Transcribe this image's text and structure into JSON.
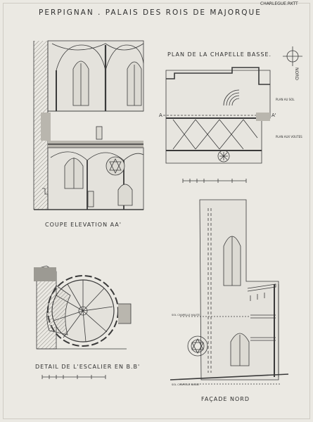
{
  "sheet": {
    "title": "PERPIGNAN . PALAIS DES ROIS DE MAJORQUE",
    "reference": "CHARLEGUE.RKTT",
    "colors": {
      "paper": "#ebe9e3",
      "ink": "#2f2f2f",
      "wash": "#b9b6ae"
    }
  },
  "drawings": {
    "coupe": {
      "caption": "COUPE ELEVATION AA'"
    },
    "plan": {
      "caption": "PLAN DE LA CHAPELLE BASSE.",
      "north_label": "NORD",
      "marker_a": "A",
      "marker_a_prime": "A'",
      "level_note_1": "PLAN AU SOL",
      "level_note_2": "PLAN AUX VOUTES"
    },
    "escalier": {
      "caption": "DETAIL DE L'ESCALIER EN B.B'"
    },
    "facade": {
      "caption": "FAÇADE NORD",
      "level_upper": "SOL CHAPELLE HAUTE",
      "level_lower": "SOL CHAPELLE BASSE"
    }
  }
}
